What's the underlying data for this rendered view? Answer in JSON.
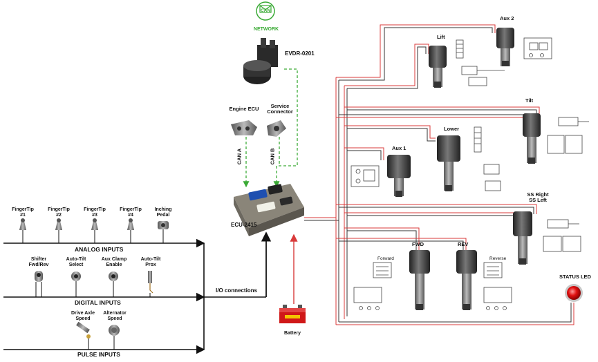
{
  "network": {
    "badge": "CAN",
    "label": "NETWORK"
  },
  "ecu": {
    "evdr": "EVDR-0201",
    "engine_ecu": "Engine ECU",
    "service_connector": "Service\nConnector",
    "can_a": "CAN A",
    "can_b": "CAN B",
    "main": "ECU-2415"
  },
  "io_label": "I/O connections",
  "battery": "Battery",
  "status_led": "STATUS LED",
  "analog": {
    "title": "ANALOG INPUTS",
    "items": [
      "FingerTip\n#1",
      "FingerTip\n#2",
      "FingerTip\n#3",
      "FingerTip\n#4",
      "Inching\nPedal"
    ]
  },
  "digital": {
    "title": "DIGITAL INPUTS",
    "items": [
      "Shifter\nFwd/Rev",
      "Auto-Tilt\nSelect",
      "Aux Clamp\nEnable",
      "Auto-Tilt\nProx"
    ]
  },
  "pulse": {
    "title": "PULSE INPUTS",
    "items": [
      "Drive Axle\nSpeed",
      "Alternator\nSpeed"
    ]
  },
  "valves": {
    "aux2": "Aux 2",
    "lift": "Lift",
    "tilt": "Tilt",
    "lower": "Lower",
    "aux1": "Aux 1",
    "ss": "SS Right\nSS Left",
    "fwd": "FWD",
    "rev": "REV",
    "forward": "Forward",
    "reverse": "Reverse"
  },
  "colors": {
    "wire_red": "#d93a3a",
    "wire_dark": "#333333",
    "can_green": "#3aaa35",
    "led_red": "#e01010"
  }
}
